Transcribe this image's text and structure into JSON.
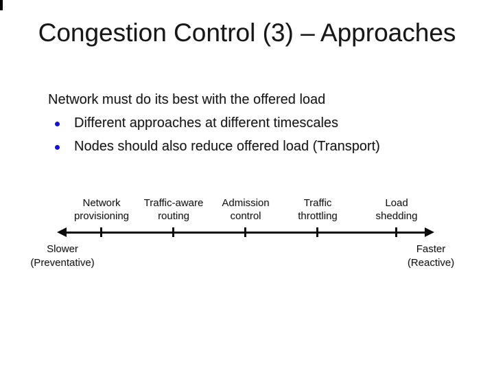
{
  "slide": {
    "title": "Congestion Control (3) – Approaches",
    "body": {
      "intro": "Network must do its best with the offered load",
      "bullets": [
        {
          "label": "Different approaches at different timescales"
        },
        {
          "label": "Nodes should also reduce offered load (Transport)"
        }
      ]
    },
    "timeline": {
      "items": [
        {
          "line1": "Network",
          "line2": "provisioning"
        },
        {
          "line1": "Traffic-aware",
          "line2": "routing"
        },
        {
          "line1": "Admission",
          "line2": "control"
        },
        {
          "line1": "Traffic",
          "line2": "throttling"
        },
        {
          "line1": "Load",
          "line2": "shedding"
        }
      ],
      "left_end": {
        "line1": "Slower",
        "line2": "(Preventative)"
      },
      "right_end": {
        "line1": "Faster",
        "line2": "(Reactive)"
      }
    },
    "colors": {
      "background": "#ffffff",
      "text": "#171717",
      "bullet_dot": "#1414ce",
      "axis": "#0a0a0a"
    }
  }
}
